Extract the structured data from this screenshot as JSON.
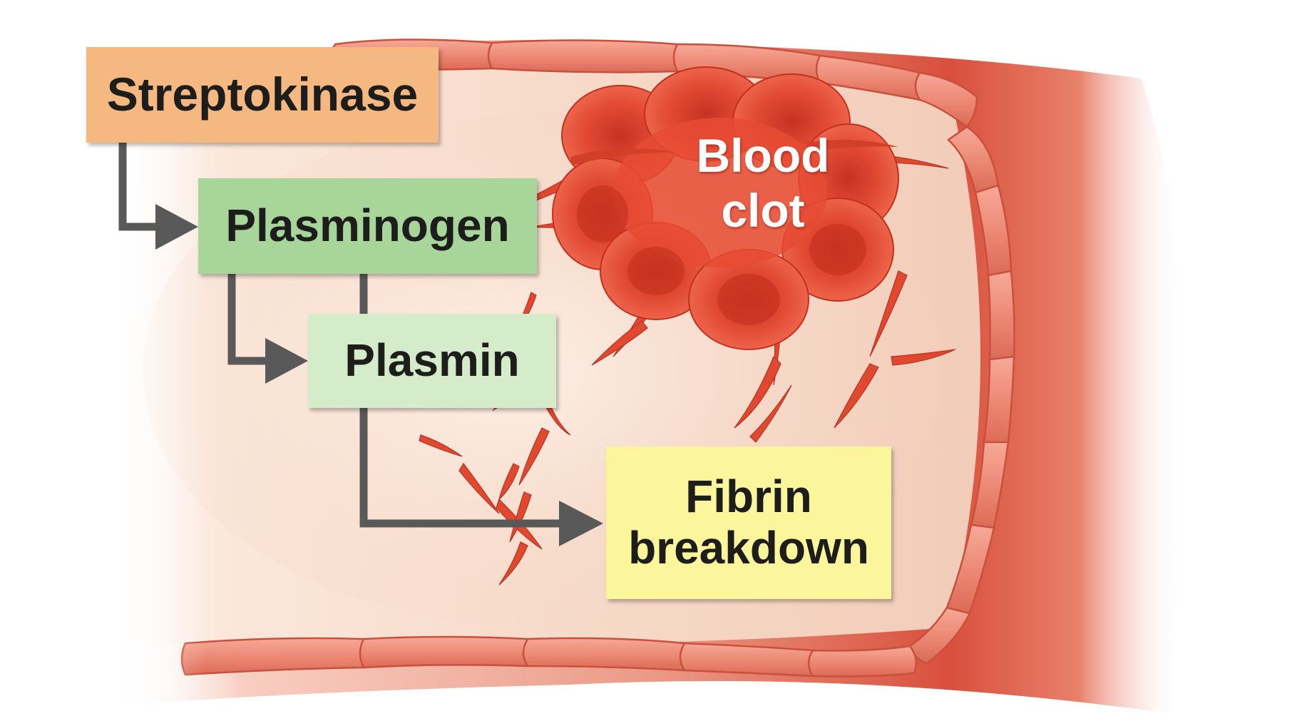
{
  "labels": {
    "streptokinase": "Streptokinase",
    "plasminogen": "Plasminogen",
    "plasmin": "Plasmin",
    "fibrin_breakdown_line1": "Fibrin",
    "fibrin_breakdown_line2": "breakdown",
    "blood_clot_line1": "Blood",
    "blood_clot_line2": "clot"
  },
  "colors": {
    "streptokinase_box": "#f4b880",
    "plasminogen_box": "#a8d59a",
    "plasmin_box": "#d4ecc9",
    "fibrin_box": "#fbf59c",
    "arrow": "#595959",
    "vessel_wall": "#e47a66",
    "vessel_lumen": "#f8e0d0",
    "blood_clot": "#e8432e"
  }
}
